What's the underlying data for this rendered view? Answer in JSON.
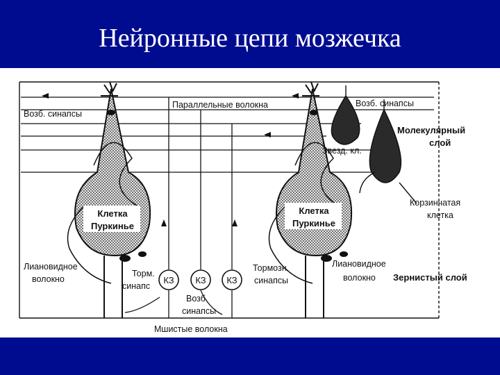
{
  "slide": {
    "title": "Нейронные цепи мозжечка",
    "colors": {
      "background": "#000c8f",
      "title_text": "#ffffff",
      "diagram_background": "#ffffff",
      "ink": "#111111",
      "cell_fill": "#2a2a2a"
    }
  },
  "diagram": {
    "labels": {
      "exc_synapses_left": "Возб. синапсы",
      "parallel_fibers": "Параллельные волокна",
      "exc_synapses_right": "Возб. синапсы",
      "molecular_layer_1": "Молекулярный",
      "molecular_layer_2": "слой",
      "stellate_cell": "Звезд. кл.",
      "basket_cell_1": "Корзинчатая",
      "basket_cell_2": "клетка",
      "purkinje_left_1": "Клетка",
      "purkinje_left_2": "Пуркинье",
      "purkinje_right_1": "Клетка",
      "purkinje_right_2": "Пуркинье",
      "climbing_fiber_left_1": "Лиановидное",
      "climbing_fiber_left_2": "волокно",
      "inh_synapse_left_1": "Торм.",
      "inh_synapse_left_2": "синапс",
      "granule_cell_1": "КЗ",
      "granule_cell_2": "КЗ",
      "granule_cell_3": "КЗ",
      "exc_synapses_bottom_1": "Возб.",
      "exc_synapses_bottom_2": "синапсы",
      "mossy_fibers": "Мшистые волокна",
      "inh_synapses_right_1": "Тормозн.",
      "inh_synapses_right_2": "синапсы",
      "climbing_fiber_right_1": "Лиановидное",
      "climbing_fiber_right_2": "волокно",
      "granular_layer": "Зернистый слой"
    }
  }
}
